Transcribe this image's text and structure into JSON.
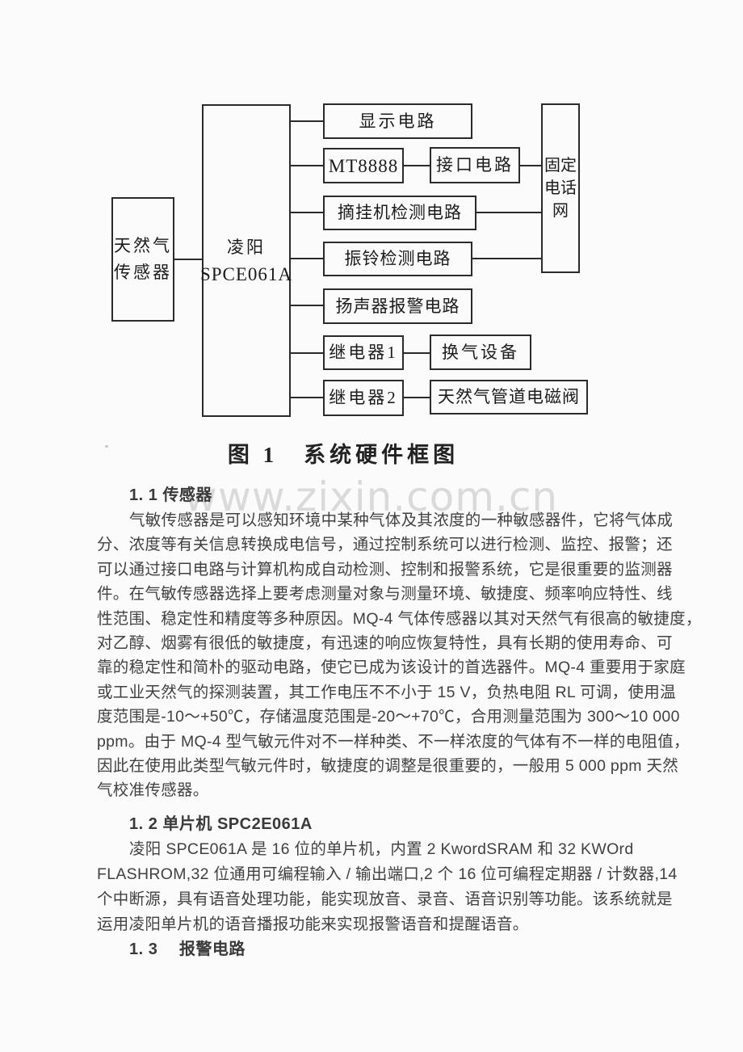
{
  "page": {
    "background_color": "#fbfbfb",
    "text_color": "#3f3f3f",
    "diagram_line_color": "#2b2b2b",
    "watermark_color": "#dadada"
  },
  "watermark": "www.zixin.com.cn",
  "diagram": {
    "caption": "图 1　系统硬件框图",
    "boxes": {
      "sensor": [
        "天然气",
        "传感器"
      ],
      "mcu": [
        "凌阳",
        "SPCE061A"
      ],
      "display": "显示电路",
      "mt8888": "MT8888",
      "interface": "接口电路",
      "offhook": "摘挂机检测电路",
      "ring": "振铃检测电路",
      "speaker": "扬声器报警电路",
      "relay1": "继电器1",
      "vent": "换气设备",
      "relay2": "继电器2",
      "valve": "天然气管道电磁阀",
      "phone": [
        "固定",
        "电话",
        "网"
      ]
    }
  },
  "sections": {
    "h11": "1. 1 传感器",
    "p1": [
      "气敏传感器是可以感知环境中某种气体及其浓度的一种敏感器件，它将气体成",
      "分、浓度等有关信息转换成电信号，通过控制系统可以进行检测、监控、报警；还",
      "可以通过接口电路与计算机构成自动检测、控制和报警系统，它是很重要的监测器",
      "件。在气敏传感器选择上要考虑测量对象与测量环境、敏捷度、频率响应特性、线",
      "性范围、稳定性和精度等多种原因。MQ-4 气体传感器以其对天然气有很高的敏捷度，",
      "对乙醇、烟雾有很低的敏捷度，有迅速的响应恢复特性，具有长期的使用寿命、可",
      "靠的稳定性和简朴的驱动电路，使它已成为该设计的首选器件。MQ-4 重要用于家庭",
      "或工业天然气的探测装置，其工作电压不不小于 15 V，负热电阻 RL 可调，使用温",
      "度范围是-10～+50℃，存储温度范围是-20～+70℃，合用测量范围为 300～10 000",
      "ppm。由于 MQ-4 型气敏元件对不一样种类、不一样浓度的气体有不一样的电阻值，",
      "因此在使用此类型气敏元件时，敏捷度的调整是很重要的，一般用 5 000 ppm 天然",
      "气校准传感器。"
    ],
    "h12": "1. 2 单片机 SPC2E061A",
    "p2": [
      "凌阳 SPCE061A 是 16 位的单片机，内置 2 KwordSRAM 和 32 KWOrd",
      "FLASHROM,32 位通用可编程输入 / 输出端口,2 个 16 位可编程定期器 / 计数器,14",
      "个中断源，具有语音处理功能，能实现放音、录音、语音识别等功能。该系统就是",
      "运用凌阳单片机的语音播报功能来实现报警语音和提醒语音。"
    ],
    "h13": "1. 3　 报警电路"
  }
}
